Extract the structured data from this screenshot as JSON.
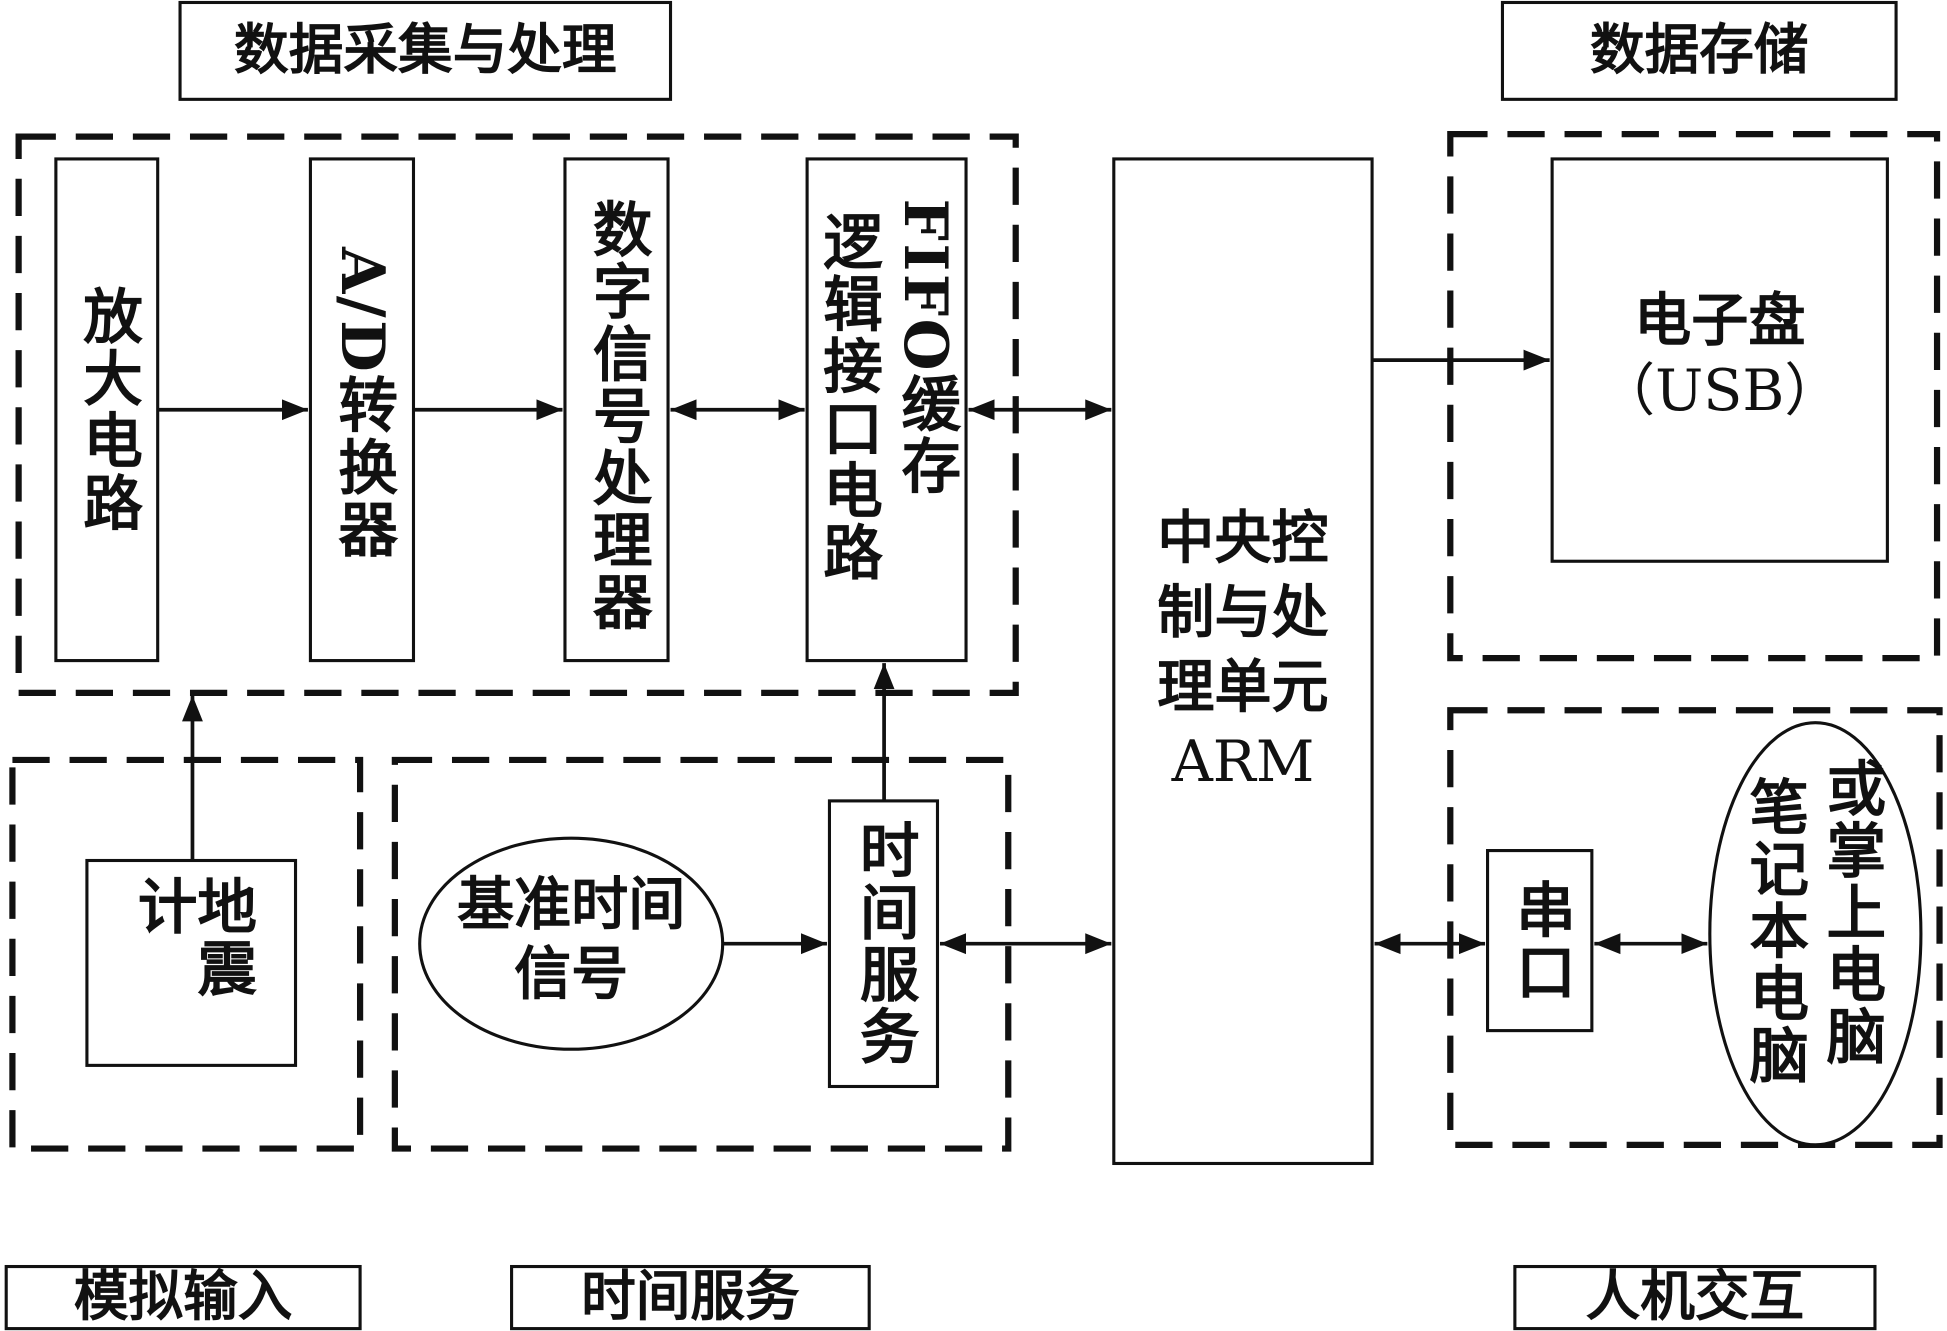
{
  "groups": {
    "acquisition": "数据采集与处理",
    "storage": "数据存储",
    "analog_input": "模拟输入",
    "time_service": "时间服务",
    "hmi": "人机交互"
  },
  "blocks": {
    "amplifier": "放大电路",
    "adc": "A/D转换器",
    "dsp": "数字信号处理器",
    "fifo": "FIFO缓存",
    "logic_interface": "逻辑接口电路",
    "arm_lines": [
      "中央控",
      "制与处",
      "理单元",
      "ARM"
    ],
    "disk_lines": [
      "电子盘",
      "（USB）"
    ],
    "seismometer": "地震计",
    "ref_time_lines": [
      "基准时间",
      "信号"
    ],
    "time_service_block": "时间服务",
    "serial_port": "串口",
    "computer_col1": "笔记本电脑",
    "computer_col2": "或掌上电脑"
  },
  "colors": {
    "line": "#111111",
    "background": "#ffffff"
  }
}
